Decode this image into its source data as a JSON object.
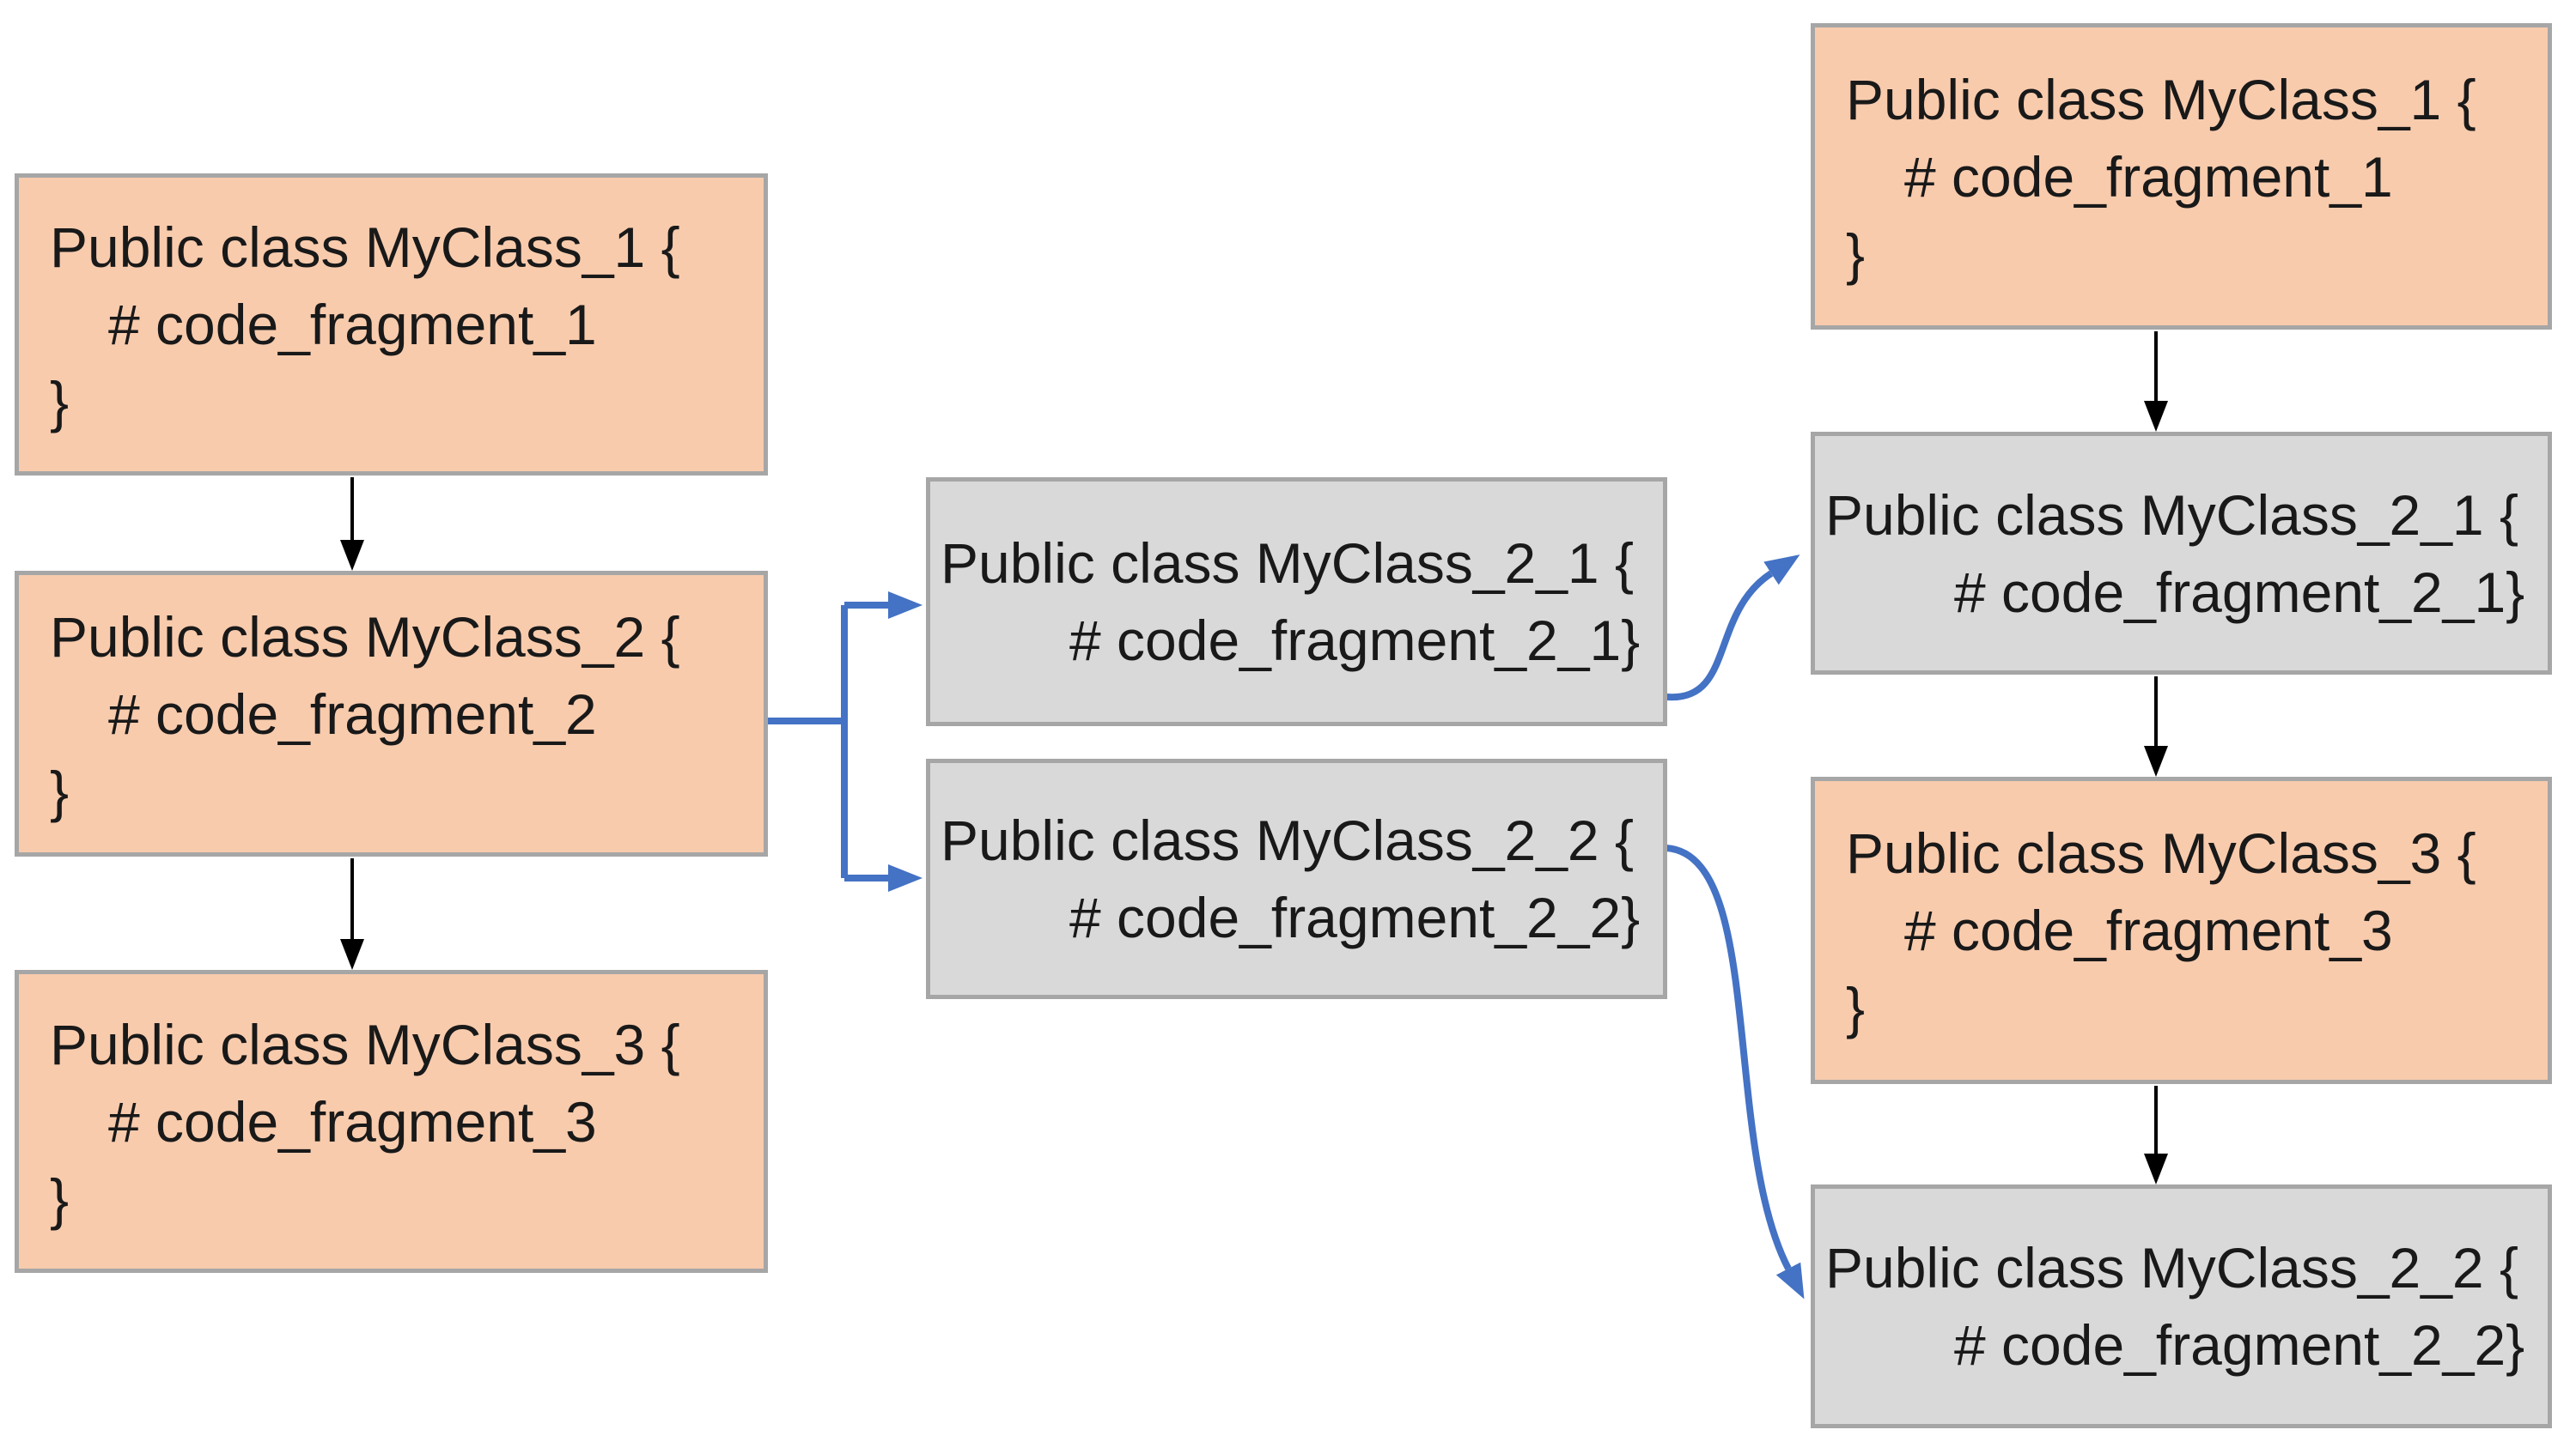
{
  "diagram": {
    "description": "Class splitting / refactoring flow diagram",
    "colors": {
      "background": "#ffffff",
      "orange_fill": "#F8CBAD",
      "gray_fill": "#D9D9D9",
      "box_border": "#A6A6A6",
      "black_connector": "#000000",
      "blue_connector": "#4472C4",
      "text": "#191919"
    },
    "nodes": [
      {
        "id": "left-myclass-1",
        "column": "left",
        "fill": "orange",
        "lines": [
          "Public class MyClass_1 {",
          "# code_fragment_1",
          "}"
        ]
      },
      {
        "id": "left-myclass-2",
        "column": "left",
        "fill": "orange",
        "lines": [
          "Public class MyClass_2 {",
          "# code_fragment_2",
          "}"
        ]
      },
      {
        "id": "left-myclass-3",
        "column": "left",
        "fill": "orange",
        "lines": [
          "Public class MyClass_3 {",
          "# code_fragment_3",
          "}"
        ]
      },
      {
        "id": "middle-myclass-2-1",
        "column": "middle",
        "fill": "gray",
        "lines": [
          "Public class MyClass_2_1 {",
          "# code_fragment_2_1}"
        ]
      },
      {
        "id": "middle-myclass-2-2",
        "column": "middle",
        "fill": "gray",
        "lines": [
          "Public class MyClass_2_2 {",
          "# code_fragment_2_2}"
        ]
      },
      {
        "id": "right-myclass-1",
        "column": "right",
        "fill": "orange",
        "lines": [
          "Public class MyClass_1 {",
          "# code_fragment_1",
          "}"
        ]
      },
      {
        "id": "right-myclass-2-1",
        "column": "right",
        "fill": "gray",
        "lines": [
          "Public class MyClass_2_1 {",
          "# code_fragment_2_1}"
        ]
      },
      {
        "id": "right-myclass-3",
        "column": "right",
        "fill": "orange",
        "lines": [
          "Public class MyClass_3 {",
          "# code_fragment_3",
          "}"
        ]
      },
      {
        "id": "right-myclass-2-2",
        "column": "right",
        "fill": "gray",
        "lines": [
          "Public class MyClass_2_2 {",
          "# code_fragment_2_2}"
        ]
      }
    ],
    "edges": [
      {
        "from": "left-myclass-1",
        "to": "left-myclass-2",
        "color": "black",
        "style": "straight-arrow"
      },
      {
        "from": "left-myclass-2",
        "to": "left-myclass-3",
        "color": "black",
        "style": "straight-arrow"
      },
      {
        "from": "left-myclass-2",
        "to": "middle-myclass-2-1",
        "color": "blue",
        "style": "branch-arrow"
      },
      {
        "from": "left-myclass-2",
        "to": "middle-myclass-2-2",
        "color": "blue",
        "style": "branch-arrow"
      },
      {
        "from": "middle-myclass-2-1",
        "to": "right-myclass-2-1",
        "color": "blue",
        "style": "curved-arrow"
      },
      {
        "from": "middle-myclass-2-2",
        "to": "right-myclass-2-2",
        "color": "blue",
        "style": "curved-arrow"
      },
      {
        "from": "right-myclass-1",
        "to": "right-myclass-2-1",
        "color": "black",
        "style": "straight-arrow"
      },
      {
        "from": "right-myclass-2-1",
        "to": "right-myclass-3",
        "color": "black",
        "style": "straight-arrow"
      },
      {
        "from": "right-myclass-3",
        "to": "right-myclass-2-2",
        "color": "black",
        "style": "straight-arrow"
      }
    ]
  }
}
